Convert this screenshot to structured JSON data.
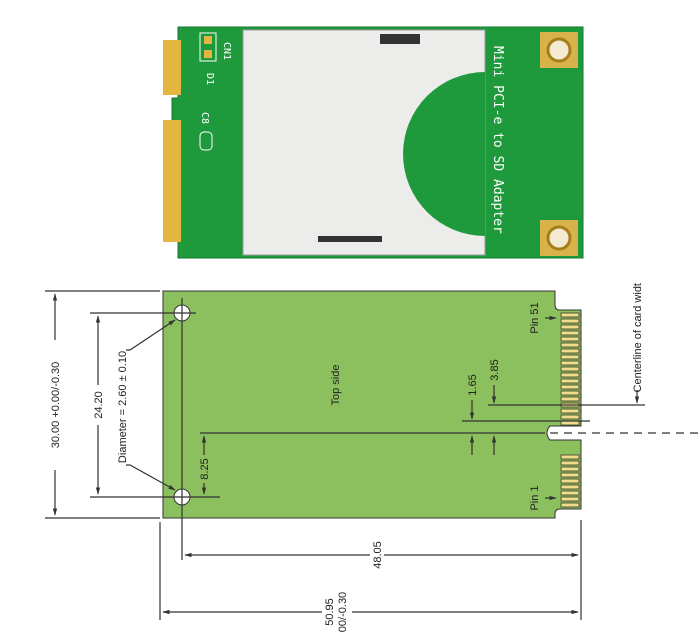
{
  "photo": {
    "silkscreen_title": "Mini PCI-e to SD Adapter",
    "labels": {
      "cn1": "CN1",
      "d1": "D1",
      "c8": "C8"
    }
  },
  "drawing": {
    "top_side": "Top side",
    "pin51": "Pin 51",
    "pin1": "Pin 1",
    "centerline": "Centerline of card widt",
    "dim_height": "30.00 +0.00/-0.30",
    "dim_holes": "24.20",
    "dim_diameter": "Diameter = 2.60 ± 0.10",
    "dim_825": "8.25",
    "dim_165": "1.65",
    "dim_385": "3.85",
    "dim_4805": "48.05",
    "dim_5095a": "50.95",
    "dim_5095b": "00/-0.30"
  },
  "colors": {
    "pcb_green": "#1e9a3c",
    "drawing_green": "#8cbf5e",
    "gold": "#e2b640",
    "metal": "#ececea"
  }
}
